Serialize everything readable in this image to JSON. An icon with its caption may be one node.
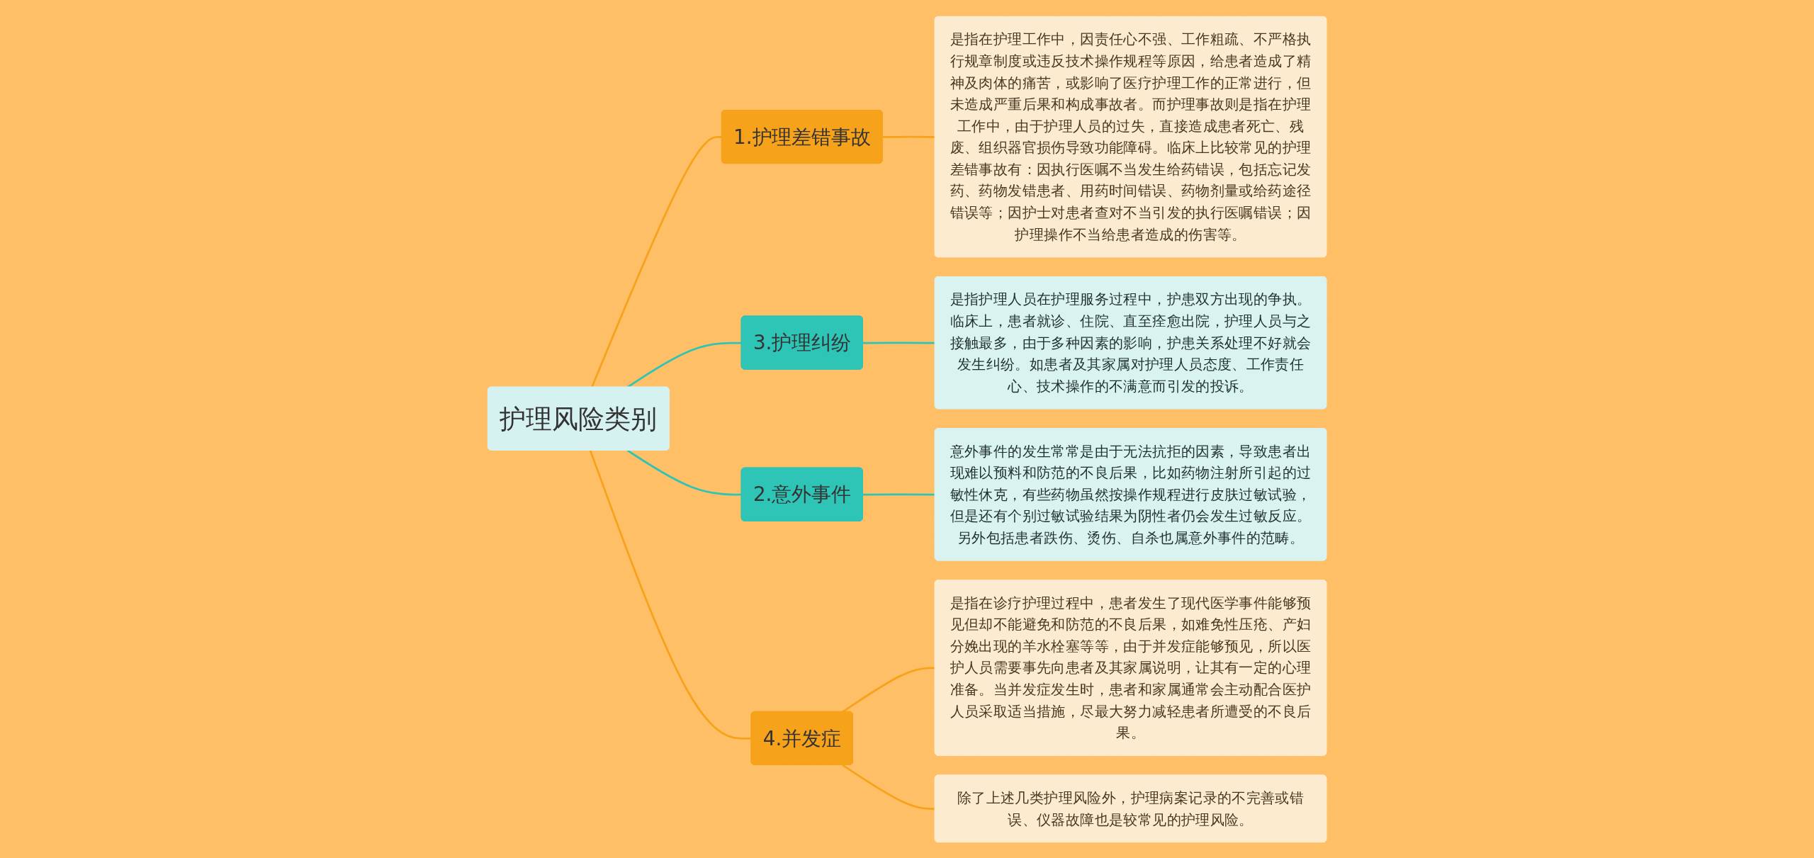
{
  "diagram": {
    "nodes": [
      {
        "text": [
          "护理风险类别"
        ]
      },
      {
        "text": [
          "1.护理差错事故"
        ]
      },
      {
        "text": [
          "是指在护理工作中，因责任心不强、工作粗疏、不严格执行规章制度或违反技术操作规程等原因，给患者造成了精神及肉体的痛苦，或影响了医疗护理工作的正常进行，但未造成严重后果和构成事故者。而护理事故则是指在护理工作中，由于护理人员的过失，直接造成患者死亡、残废、组织器官损伤导致功能障碍。临床上比较常见的护理差错事故有：因执行医嘱不当发生给药错误，包括忘记发药、药物发错患者、用药时间错误、药物剂量或给药途径错误等；因护士对患者查对不当引发的执行医嘱错误；因护理操作不当给患者造成的伤害等。"
        ]
      },
      {
        "text": [
          "3.护理纠纷"
        ]
      },
      {
        "text": [
          "是指护理人员在护理服务过程中，护患双方出现的争执。临床上，患者就诊、住院、直至痊愈出院，护理人员与之接触最多，由于多种因素的影响，护患关系处理不好就会发生纠纷。如患者及其家属对护理人员态度、工作责任心、技术操作的不满意而引发的投诉。"
        ]
      },
      {
        "text": [
          "2.意外事件"
        ]
      },
      {
        "text": [
          "意外事件的发生常常是由于无法抗拒的因素，导致患者出现难以预料和防范的不良后果，比如药物注射所引起的过敏性休克，有些药物虽然按操作规程进行皮肤过敏试验，但是还有个别过敏试验结果为阴性者仍会发生过敏反应。另外包括患者跌伤、烫伤、自杀也属意外事件的范畴。"
        ]
      },
      {
        "text": [
          "4.并发症"
        ]
      },
      {
        "text": [
          "是指在诊疗护理过程中，患者发生了现代医学事件能够预见但却不能避免和防范的不良后果，如难免性压疮、产妇分娩出现的羊水栓塞等等，由于并发症能够预见，所以医护人员需要事先向患者及其家属说明，让其有一定的心理准备。当并发症发生时，患者和家属通常会主动配合医护人员采取适当措施，尽最大努力减轻患者所遭受的不良后果。"
        ]
      },
      {
        "text": [
          "除了上述几类护理风险外，护理病案记录的不完善或错误、仪器故障也是较常见的护理风险。"
        ]
      }
    ],
    "edges": [
      {
        "from": 0,
        "to": 1,
        "arrow": "none"
      },
      {
        "from": 1,
        "to": 2,
        "arrow": "none"
      },
      {
        "from": 0,
        "to": 3,
        "arrow": "none",
        "color": "#2ec4b6"
      },
      {
        "from": 3,
        "to": 4,
        "arrow": "none",
        "color": "#2ec4b6"
      },
      {
        "from": 0,
        "to": 5,
        "arrow": "none",
        "color": "#2ec4b6"
      },
      {
        "from": 5,
        "to": 6,
        "arrow": "none",
        "color": "#2ec4b6"
      },
      {
        "from": 0,
        "to": 7,
        "arrow": "none"
      },
      {
        "from": 7,
        "to": 8,
        "arrow": "none"
      },
      {
        "from": 7,
        "to": 9,
        "arrow": "none"
      }
    ]
  }
}
